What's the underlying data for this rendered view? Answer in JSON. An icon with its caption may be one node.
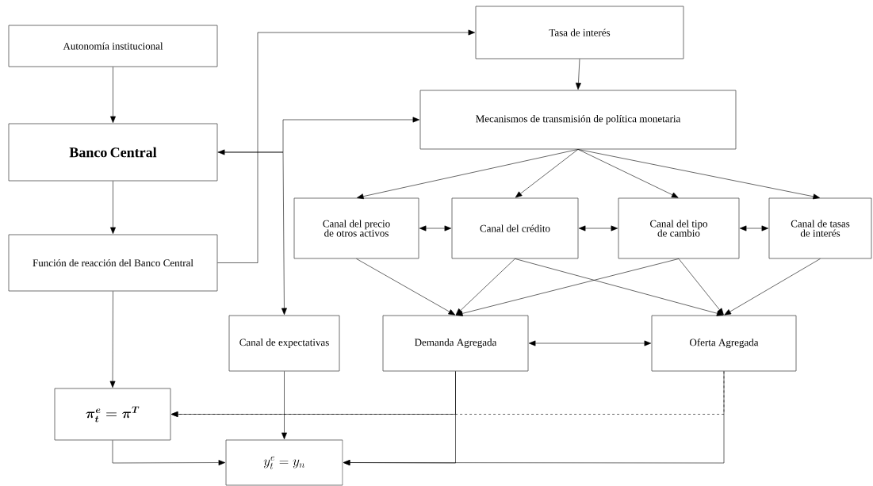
{
  "diagram": {
    "nodes": [
      {
        "text": [
          "Autonomía institucional"
        ]
      },
      {
        "text": [
          "Tasa de interés"
        ]
      },
      {
        "text": [
          "Banco Central"
        ]
      },
      {
        "text": [
          "Mecanismos de transmisión de política monetaria"
        ]
      },
      {
        "text": [
          "Función de reacción del Banco Central"
        ]
      },
      {
        "text": [
          "Canal del precio de otros activos"
        ]
      },
      {
        "text": [
          "Canal del crédito"
        ]
      },
      {
        "text": [
          "Canal del tipo de cambio"
        ]
      },
      {
        "text": [
          "Canal de tasas de interés"
        ]
      },
      {
        "text": [
          "Canal de expectativas"
        ]
      },
      {
        "text": [
          "Demanda Agregada"
        ]
      },
      {
        "text": [
          "Oferta Agregada"
        ]
      },
      {
        "text": [
          "\\pi_t^e = \\pi^T"
        ]
      },
      {
        "text": [
          "y_t^e = y_n"
        ]
      }
    ],
    "edges": [
      {
        "from": 0,
        "to": 2,
        "arrow": "to"
      },
      {
        "from": 2,
        "to": 4,
        "arrow": "to"
      },
      {
        "from": 4,
        "to": 1,
        "arrow": "to"
      },
      {
        "from": 1,
        "to": 3,
        "arrow": "to"
      },
      {
        "from": 3,
        "to": 5,
        "arrow": "to"
      },
      {
        "from": 3,
        "to": 6,
        "arrow": "to"
      },
      {
        "from": 3,
        "to": 7,
        "arrow": "to"
      },
      {
        "from": 3,
        "to": 8,
        "arrow": "to"
      },
      {
        "from": 5,
        "to": 6,
        "arrow": "both"
      },
      {
        "from": 6,
        "to": 7,
        "arrow": "both"
      },
      {
        "from": 7,
        "to": 8,
        "arrow": "both"
      },
      {
        "from": 5,
        "to": 10,
        "arrow": "to"
      },
      {
        "from": 6,
        "to": 10,
        "arrow": "to"
      },
      {
        "from": 6,
        "to": 11,
        "arrow": "to"
      },
      {
        "from": 7,
        "to": 10,
        "arrow": "to"
      },
      {
        "from": 7,
        "to": 11,
        "arrow": "to"
      },
      {
        "from": 8,
        "to": 11,
        "arrow": "to"
      },
      {
        "from": 10,
        "to": 11,
        "arrow": "both"
      },
      {
        "from": 4,
        "to": 12,
        "arrow": "to"
      },
      {
        "from": 2,
        "to": 3,
        "arrow": "both"
      },
      {
        "from": 2,
        "to": 9,
        "arrow": "to"
      },
      {
        "from": 9,
        "to": 13,
        "arrow": "to"
      },
      {
        "from": 12,
        "to": 13,
        "arrow": "to"
      },
      {
        "from": 10,
        "to": 12,
        "arrow": "to"
      },
      {
        "from": 11,
        "to": 12,
        "arrow": "to",
        "style": "dashed"
      },
      {
        "from": 10,
        "to": 13,
        "arrow": "to"
      },
      {
        "from": 11,
        "to": 13,
        "arrow": "to"
      }
    ]
  }
}
